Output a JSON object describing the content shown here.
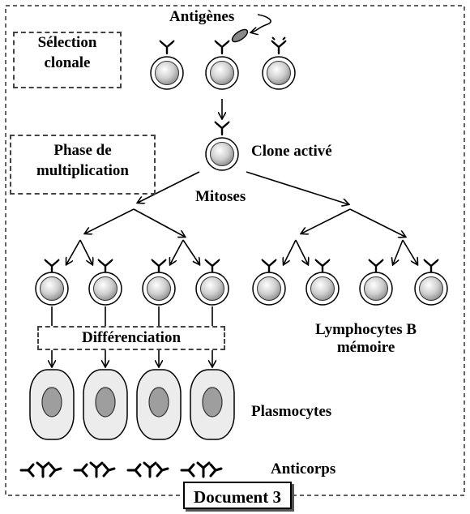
{
  "labels": {
    "antigenes": "Antigènes",
    "selection_line1": "Sélection",
    "selection_line2": "clonale",
    "phase_line1": "Phase de",
    "phase_line2": "multiplication",
    "clone_active": "Clone activé",
    "mitoses": "Mitoses",
    "differenciation": "Différenciation",
    "lymphocytes_line1": "Lymphocytes B",
    "lymphocytes_line2": "mémoire",
    "plasmocytes": "Plasmocytes",
    "anticorps": "Anticorps",
    "document": "Document 3"
  }
}
